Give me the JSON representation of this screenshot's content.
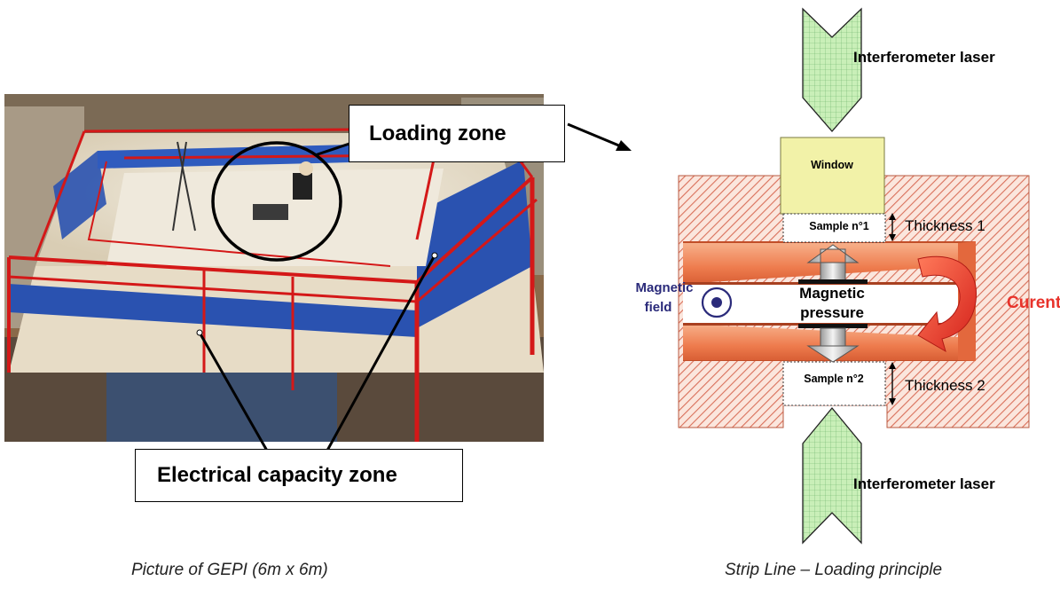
{
  "photo": {
    "loading_zone_label": "Loading zone",
    "capacity_zone_label": "Electrical capacity zone",
    "caption": "Picture of GEPI (6m x 6m)"
  },
  "diagram": {
    "laser_top_label": "Interferometer laser",
    "laser_bottom_label": "Interferometer laser",
    "window_label": "Window",
    "sample1_label": "Sample n°1",
    "sample2_label": "Sample n°2",
    "thickness1_label": "Thickness 1",
    "thickness2_label": "Thickness 2",
    "magnetic_field_line1": "Magnetic",
    "magnetic_field_line2": "field",
    "magnetic_pressure_line1": "Magnetic",
    "magnetic_pressure_line2": "pressure",
    "current_label": "Curent",
    "caption": "Strip Line – Loading principle"
  },
  "colors": {
    "hatch": "#d9705a",
    "strip": "#f08a5c",
    "window_fill": "#f2f2a8",
    "laser_fill": "#c9efb8",
    "current_red": "#e8322a",
    "field_blue": "#2a2a7a"
  }
}
